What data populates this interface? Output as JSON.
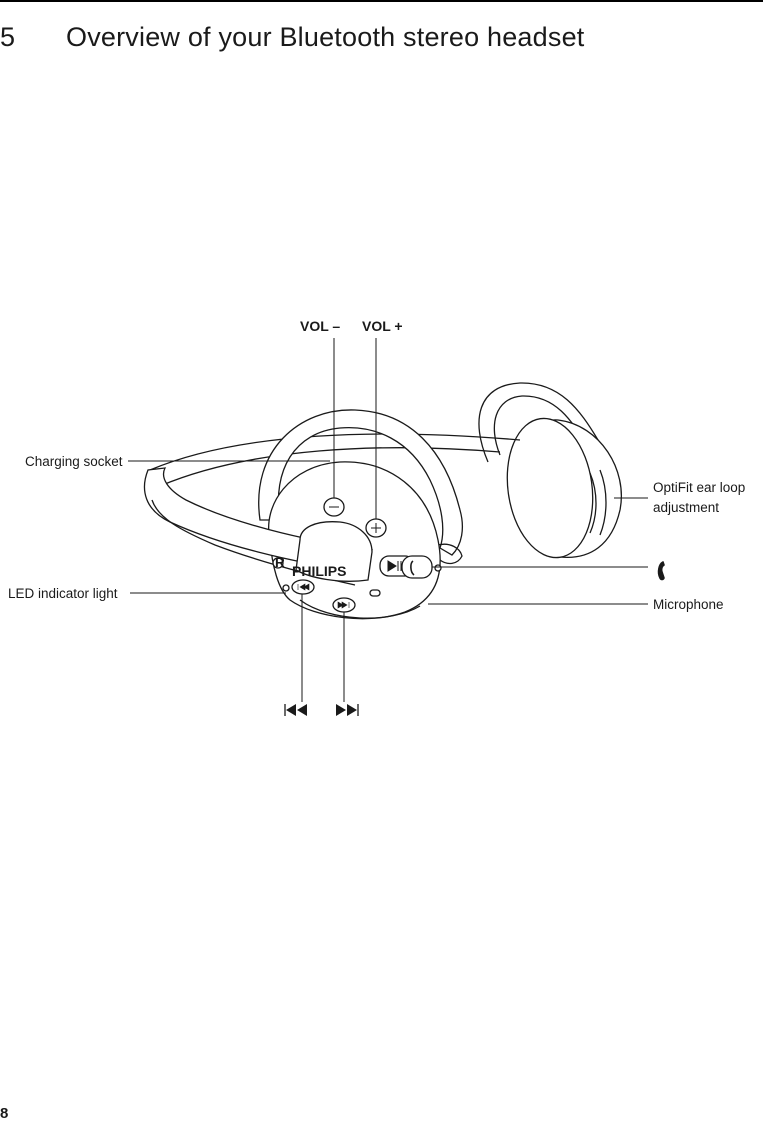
{
  "section": {
    "number": "5",
    "title": "Overview of your Bluetooth stereo headset"
  },
  "diagram": {
    "labels": {
      "vol_minus": "VOL –",
      "vol_plus": "VOL +",
      "charging_socket": "Charging socket",
      "led_indicator": "LED indicator light",
      "optifit_line1": "OptiFit ear loop",
      "optifit_line2": "adjustment",
      "microphone": "Microphone",
      "brand": "PHILIPS"
    },
    "icons": [
      "previous-track-icon",
      "next-track-icon",
      "phone-handset-icon",
      "play-pause-icon"
    ]
  },
  "page_number": "8"
}
